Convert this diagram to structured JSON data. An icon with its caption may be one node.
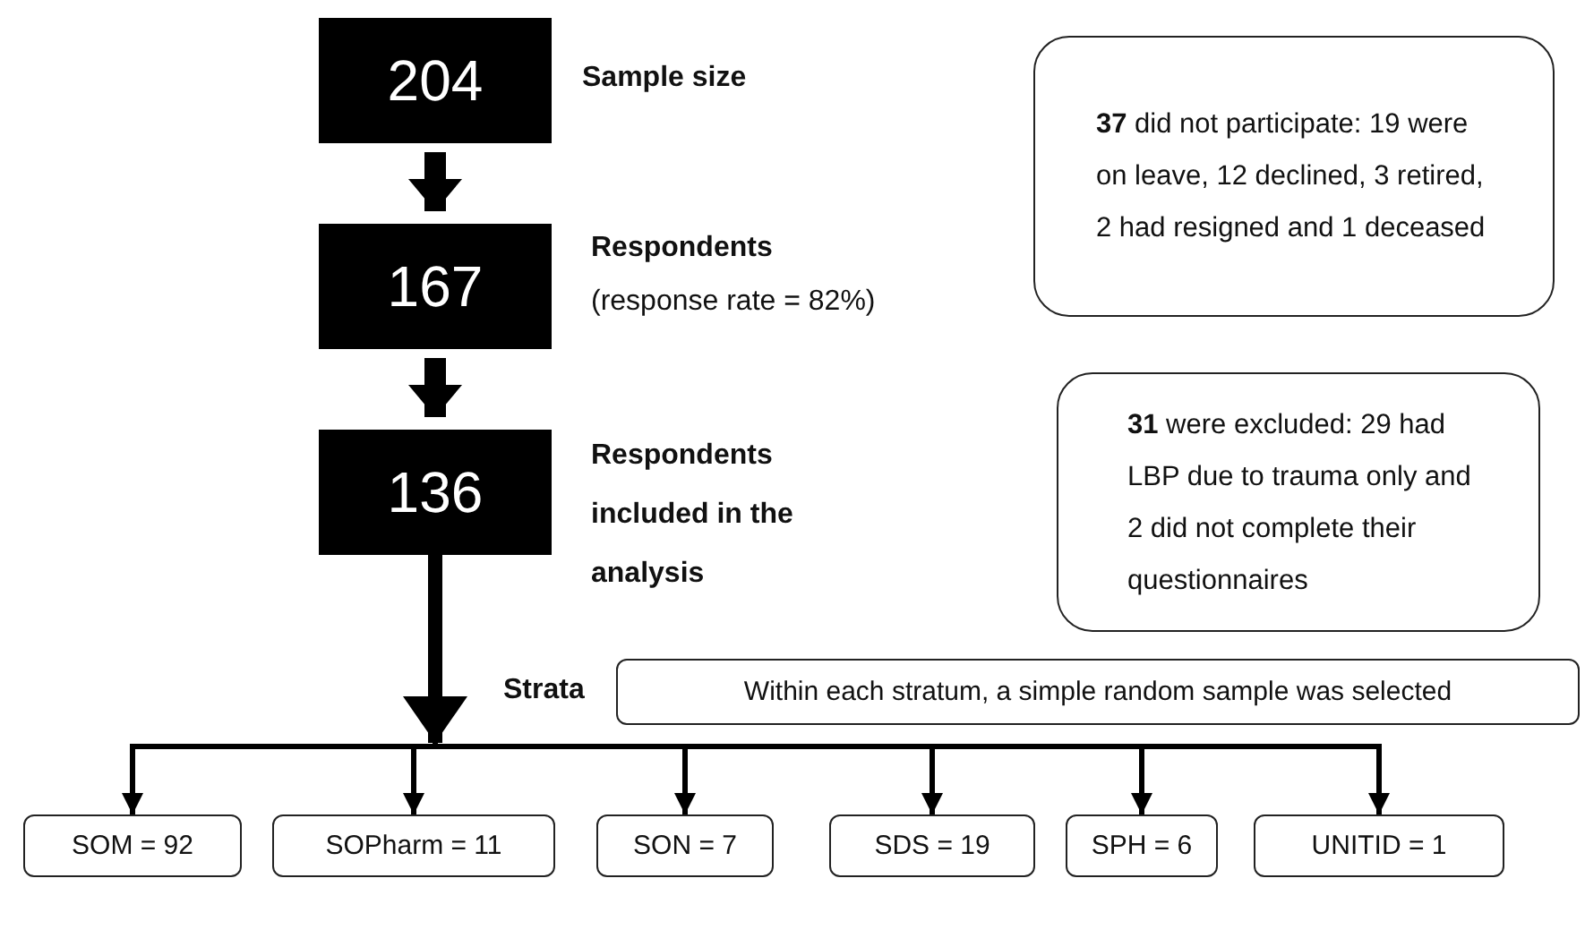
{
  "diagram": {
    "nodes": [
      {
        "text": [
          "204"
        ],
        "beside": [
          "Sample size"
        ]
      },
      {
        "text": [
          "167"
        ],
        "beside": [
          "Respondents",
          "(response rate = 82%)"
        ]
      },
      {
        "text": [
          "136"
        ],
        "beside": [
          "Respondents included in the analysis"
        ]
      },
      {
        "text": [
          "**37** did not participate: 19 were on leave, 12 declined, 3 retired, 2 had resigned and 1 deceased"
        ]
      },
      {
        "text": [
          "**31** were excluded: 29 had LBP due to trauma only and 2 did not complete their questionnaires"
        ]
      },
      {
        "text": [
          "Within each stratum, a simple random sample was selected"
        ],
        "beside": [
          "Strata"
        ]
      },
      {
        "text": [
          "SOM = 92"
        ]
      },
      {
        "text": [
          "SOPharm = 11"
        ]
      },
      {
        "text": [
          "SON = 7"
        ]
      },
      {
        "text": [
          "SDS = 19"
        ]
      },
      {
        "text": [
          "SPH = 6"
        ]
      },
      {
        "text": [
          "UNITID = 1"
        ]
      }
    ],
    "edges": [
      {
        "from": 0,
        "to": 1,
        "arrow": "to",
        "style": "thick"
      },
      {
        "from": 1,
        "to": 2,
        "arrow": "to",
        "style": "thick"
      },
      {
        "from": 2,
        "to": 6,
        "arrow": "to"
      },
      {
        "from": 2,
        "to": 7,
        "arrow": "to"
      },
      {
        "from": 2,
        "to": 8,
        "arrow": "to"
      },
      {
        "from": 2,
        "to": 9,
        "arrow": "to"
      },
      {
        "from": 2,
        "to": 10,
        "arrow": "to"
      },
      {
        "from": 2,
        "to": 11,
        "arrow": "to"
      }
    ]
  }
}
